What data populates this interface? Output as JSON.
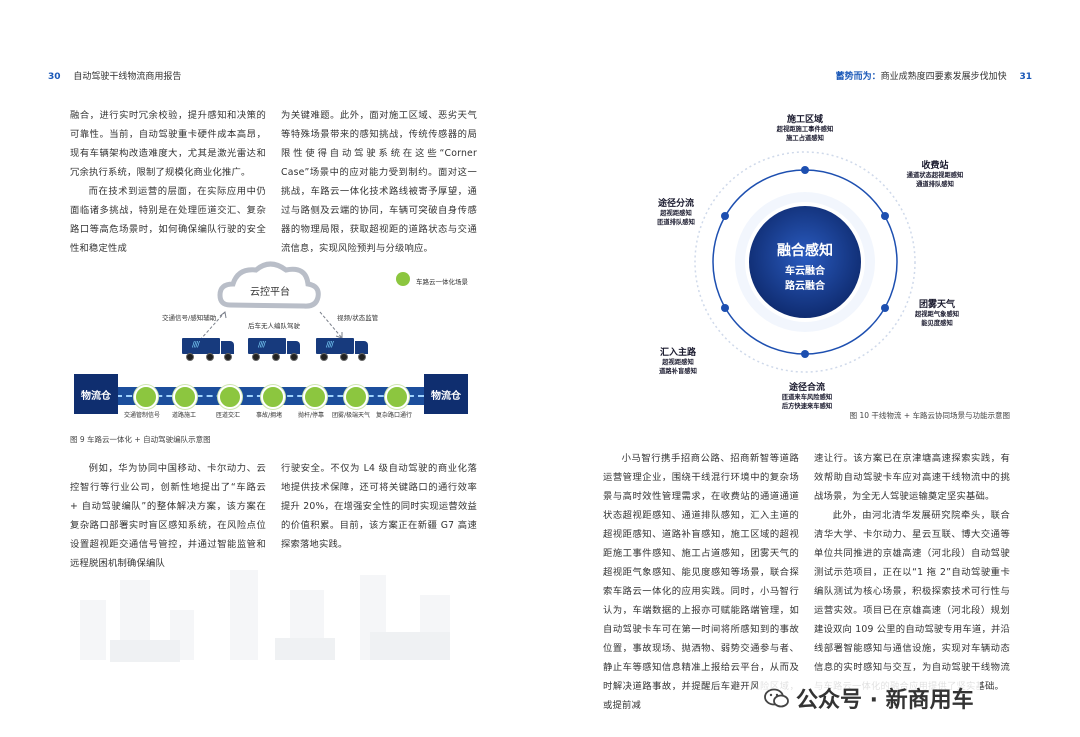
{
  "header": {
    "left_page_number": "30",
    "left_title": "自动驾驶干线物流商用报告",
    "right_title_bold": "蓄势而为：",
    "right_title_rest": "商业成熟度四要素发展步伐加快",
    "right_page_number": "31"
  },
  "left_col1_top": [
    "融合，进行实时冗余校验，提升感知和决策的可靠性。当前，自动驾驶重卡硬件成本高昂，现有车辆架构改造难度大，尤其是激光雷达和冗余执行系统，限制了规模化商业化推广。",
    "而在技术到运营的层面，在实际应用中仍面临诸多挑战，特别是在处理匝道交汇、复杂路口等高危场景时，如何确保编队行驶的安全性和稳定性成"
  ],
  "left_col2_top": [
    "为关键难题。此外，面对施工区域、恶劣天气等特殊场景带来的感知挑战，传统传感器的局限性使得自动驾驶系统在这些“Corner Case”场景中的应对能力受到制约。面对这一挑战，车路云一体化技术路线被寄予厚望，通过与路侧及云端的协同，车辆可突破自身传感器的物理局限，获取超视距的道路状态与交通流信息，实现风险预判与分级响应。"
  ],
  "fig9": {
    "legend_label": "车路云一体化场景",
    "cloud_label": "云控平台",
    "left_arrow_label": "交通信号/感知辅助",
    "center_label": "后车无人编队驾驶",
    "right_arrow_label": "视频/状态监管",
    "warehouse_left": "物流仓",
    "warehouse_right": "物流仓",
    "road_points": [
      "交通管制信号",
      "道路施工",
      "匝道交汇",
      "事故/拥堵",
      "抛杆/停靠",
      "团雾/极端天气",
      "复杂路口通行"
    ],
    "caption": "图 9 车路云一体化 + 自动驾驶编队示意图"
  },
  "left_col1_bottom": [
    "例如，华为协同中国移动、卡尔动力、云控智行等行业公司，创新性地提出了“车路云 + 自动驾驶编队”的整体解决方案，该方案在复杂路口部署实时盲区感知系统，在风险点位设置超视距交通信号管控，并通过智能监管和远程脱困机制确保编队"
  ],
  "left_col2_bottom": [
    "行驶安全。不仅为 L4 级自动驾驶的商业化落地提供技术保障，还可将关键路口的通行效率提升 20%，在增强安全性的同时实现运营效益的价值积累。目前，该方案正在新疆 G7 高速探索落地实践。"
  ],
  "fig10": {
    "center_title": "融合感知",
    "center_line1": "车云融合",
    "center_line2": "路云融合",
    "nodes": [
      {
        "title": "施工区域",
        "sub1": "超视距施工事件感知",
        "sub2": "施工占道感知"
      },
      {
        "title": "收费站",
        "sub1": "通道状态超视距感知",
        "sub2": "通道排队感知"
      },
      {
        "title": "团雾天气",
        "sub1": "超视距气象感知",
        "sub2": "能见度感知"
      },
      {
        "title": "途径合流",
        "sub1": "匝道来车风险感知",
        "sub2": "后方快速来车感知"
      },
      {
        "title": "汇入主路",
        "sub1": "超视距感知",
        "sub2": "道路补盲感知"
      },
      {
        "title": "途径分流",
        "sub1": "超视距感知",
        "sub2": "匝道排队感知"
      }
    ],
    "caption": "图 10 干线物流 + 车路云协同场景与功能示意图"
  },
  "right_col1": [
    "小马智行携手招商公路、招商新智等道路运营管理企业，围绕干线混行环境中的复杂场景与高时效性管理需求，在收费站的通道通道状态超视距感知、通道排队感知，汇入主道的超视距感知、道路补盲感知，施工区域的超视距施工事件感知、施工占道感知，团雾天气的超视距气象感知、能见度感知等场景，联合探索车路云一体化的应用实践。同时，小马智行认为，车端数据的上报亦可赋能路端管理，如自动驾驶卡车可在第一时间将所感知到的事故位置，事故现场、抛洒物、弱势交通参与者、静止车等感知信息精准上报给云平台，从而及时解决道路事故，并提醒后车避开风险区域，或提前减"
  ],
  "right_col2": [
    "速让行。该方案已在京津塘高速探索实践，有效帮助自动驾驶卡车应对高速干线物流中的挑战场景，为全无人驾驶运输奠定坚实基础。",
    "此外，由河北清华发展研究院牵头，联合清华大学、卡尔动力、星云互联、博大交通等单位共同推进的京雄高速（河北段）自动驾驶测试示范项目，正在以“1 拖 2”自动驾驶重卡编队测试为核心场景，积极探索技术可行性与运营实效。项目已在京雄高速（河北段）规划建设双向 109 公里的自动驾驶专用车道，并沿线部署智能感知与通信设施，实现对车辆动态信息的实时感知与交互，为自动驾驶干线物流与车路云一体化的融合应用提供了坚实基础。"
  ],
  "watermark": "公众号 · 新商用车",
  "colors": {
    "accent_blue": "#1a58b8",
    "navy": "#0f2e6f",
    "green": "#8cc63f",
    "center_circle": "#163a8a"
  }
}
